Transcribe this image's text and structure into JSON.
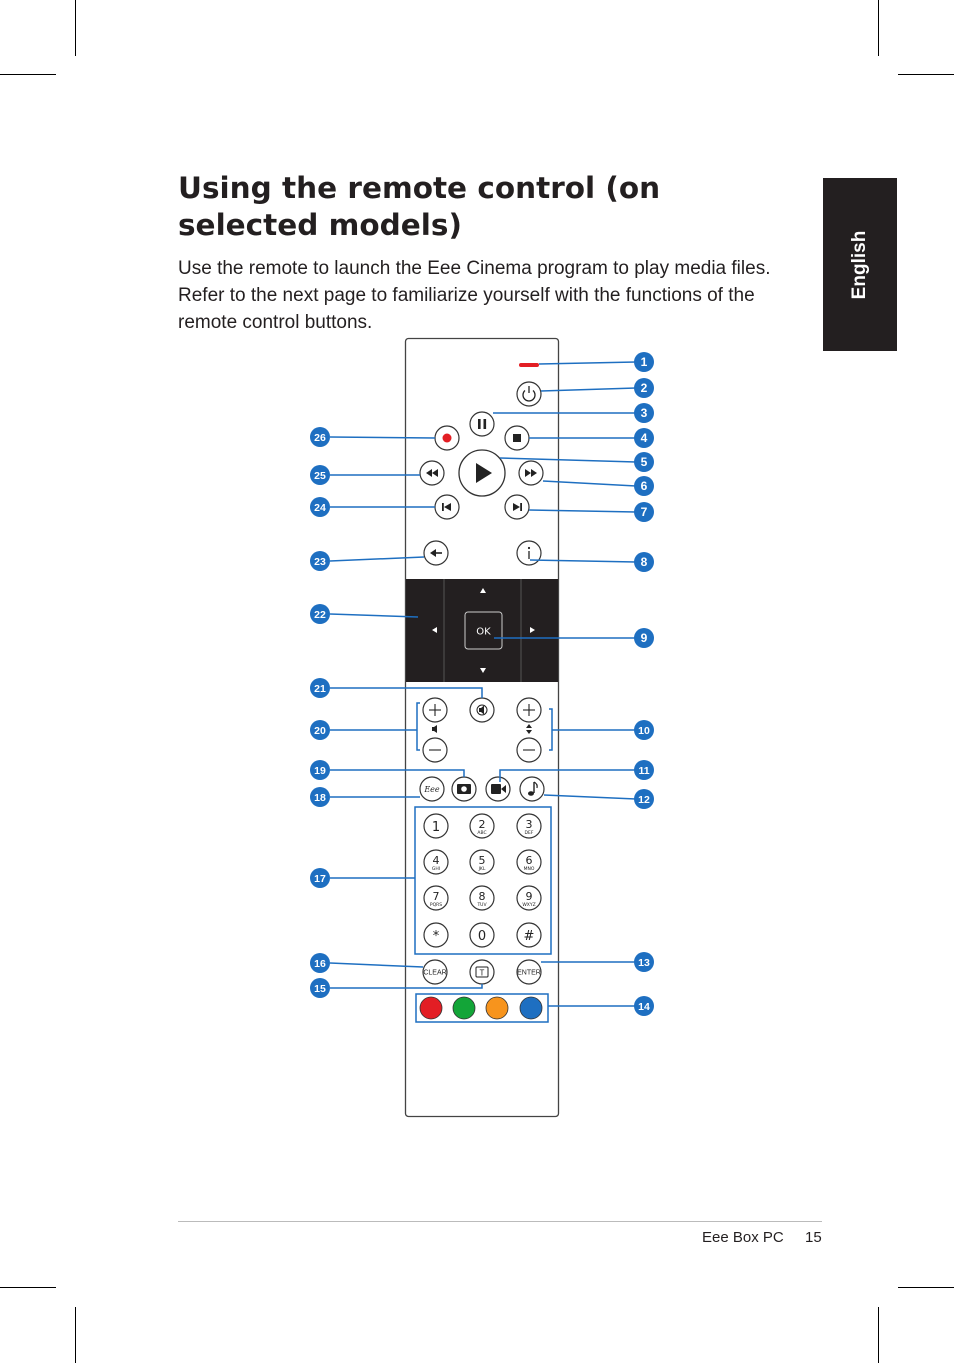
{
  "side_tab": {
    "label": "English"
  },
  "page": {
    "title": "Using the remote control (on selected models)",
    "intro": "Use the remote to launch the Eee Cinema program to play media files. Refer to the next page to familiarize yourself with the functions of the remote control buttons."
  },
  "figure": {
    "callouts": [
      "1",
      "2",
      "3",
      "4",
      "5",
      "6",
      "7",
      "8",
      "9",
      "10",
      "11",
      "12",
      "13",
      "14",
      "15",
      "16",
      "17",
      "18",
      "19",
      "20",
      "21",
      "22",
      "23",
      "24",
      "25",
      "26"
    ],
    "ok_label": "OK",
    "keypad": [
      {
        "digit": "1",
        "letters": ""
      },
      {
        "digit": "2",
        "letters": "ABC"
      },
      {
        "digit": "3",
        "letters": "DEF"
      },
      {
        "digit": "4",
        "letters": "GHI"
      },
      {
        "digit": "5",
        "letters": "JKL"
      },
      {
        "digit": "6",
        "letters": "MNO"
      },
      {
        "digit": "7",
        "letters": "PQRS"
      },
      {
        "digit": "8",
        "letters": "TUV"
      },
      {
        "digit": "9",
        "letters": "WXYZ"
      },
      {
        "digit": "*",
        "letters": ""
      },
      {
        "digit": "0",
        "letters": ""
      },
      {
        "digit": "#",
        "letters": ""
      }
    ],
    "clear_label": "CLEAR",
    "enter_label": "ENTER",
    "teletext_label": "T",
    "eee_label": "Eee",
    "color_buttons": [
      "#e31e24",
      "#13a538",
      "#f7941d",
      "#1e6fc1"
    ],
    "callout_color": "#1e6fc1",
    "standby_led_color": "#e31e24"
  },
  "footer": {
    "title": "Eee Box PC",
    "page_number": "15"
  }
}
